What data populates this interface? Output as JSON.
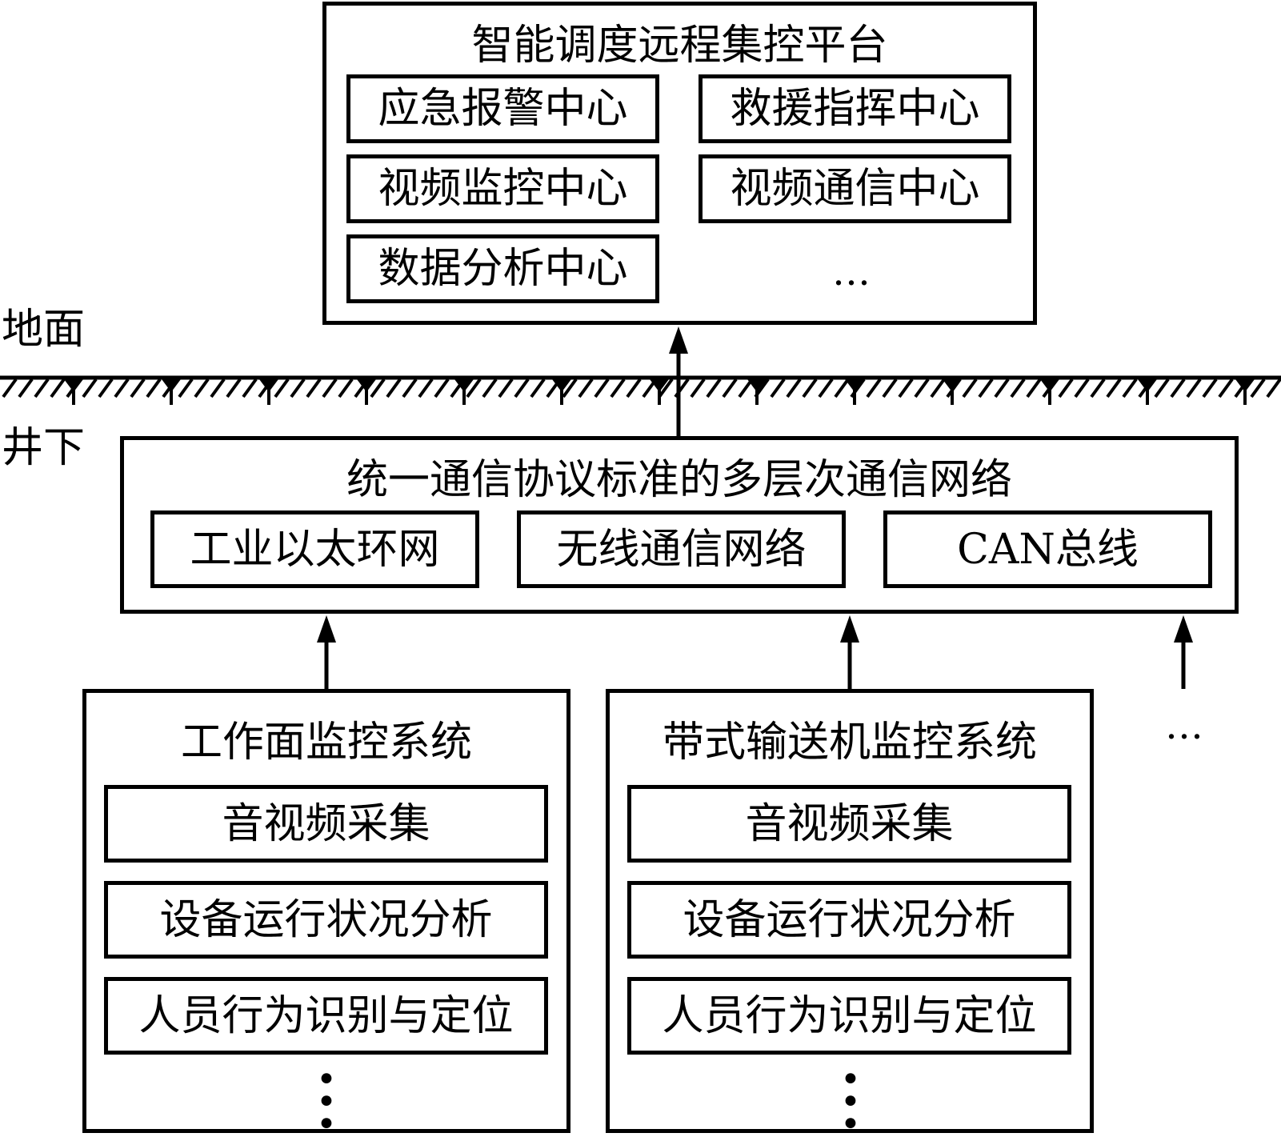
{
  "surface": {
    "ground_label": "地面",
    "underground_label": "井下"
  },
  "platform": {
    "title": "智能调度远程集控平台",
    "centers": [
      "应急报警中心",
      "救援指挥中心",
      "视频监控中心",
      "视频通信中心",
      "数据分析中心"
    ],
    "more": "…"
  },
  "network": {
    "title": "统一通信协议标准的多层次通信网络",
    "items": [
      "工业以太环网",
      "无线通信网络",
      "CAN总线"
    ]
  },
  "subsystems": [
    {
      "title": "工作面监控系统",
      "items": [
        "音视频采集",
        "设备运行状况分析",
        "人员行为识别与定位"
      ],
      "more": "⋮"
    },
    {
      "title": "带式输送机监控系统",
      "items": [
        "音视频采集",
        "设备运行状况分析",
        "人员行为识别与定位"
      ],
      "more": "⋮"
    }
  ],
  "more_subsystems": "…"
}
